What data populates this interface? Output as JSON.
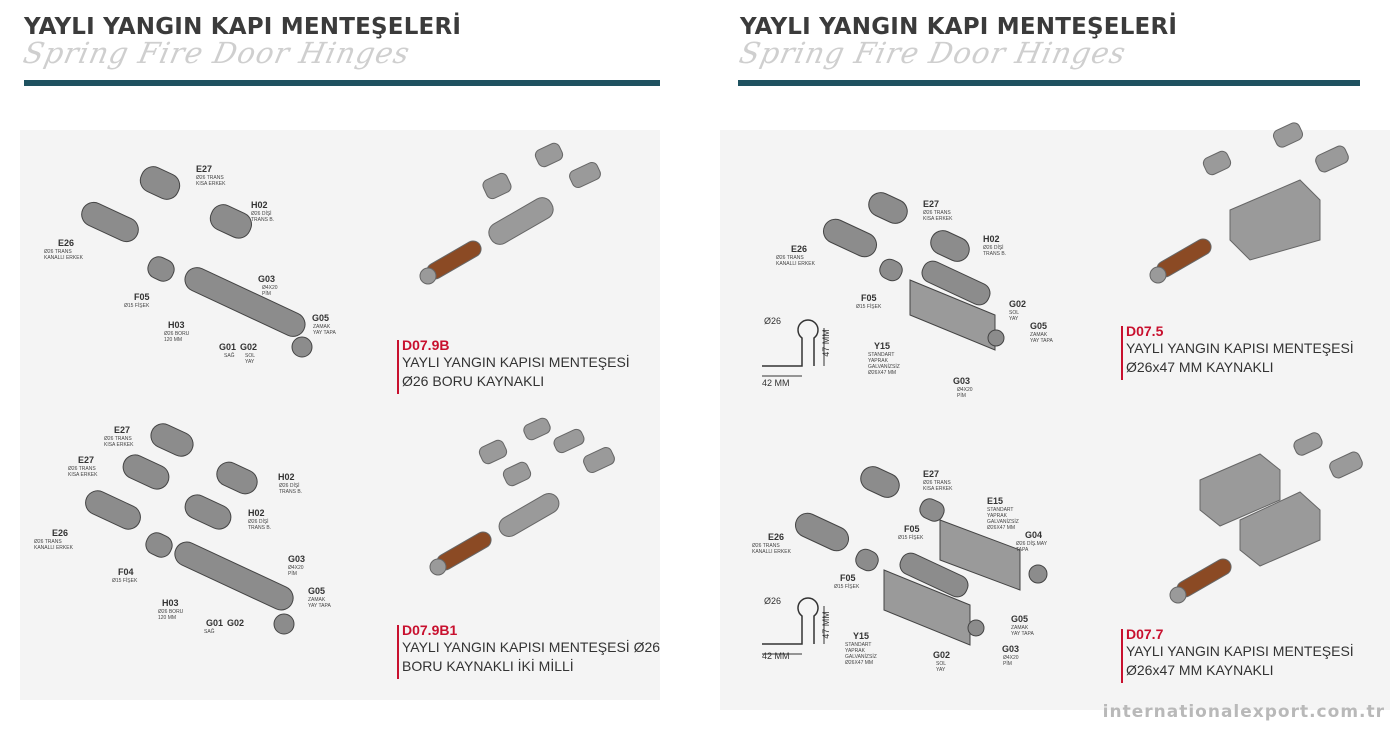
{
  "header": {
    "title": "YAYLI YANGIN KAPI MENTEŞELERİ",
    "subtitle": "Spring Fire Door Hinges"
  },
  "products": [
    {
      "code": "D07.9B",
      "desc": "YAYLI YANGIN KAPISI MENTEŞESİ\nØ26 BORU KAYNAKLI"
    },
    {
      "code": "D07.9B1",
      "desc": "YAYLI YANGIN KAPISI MENTEŞESİ Ø26\nBORU KAYNAKLI İKİ MİLLİ"
    },
    {
      "code": "D07.5",
      "desc": "YAYLI YANGIN KAPISI MENTEŞESİ\nØ26x47 MM KAYNAKLI"
    },
    {
      "code": "D07.7",
      "desc": "YAYLI YANGIN KAPISI MENTEŞESİ\nØ26x47 MM KAYNAKLI"
    }
  ],
  "parts": {
    "E27": {
      "code": "E27",
      "sub": "Ø26 TRANS\nKISA ERKEK"
    },
    "H02": {
      "code": "H02",
      "sub": "Ø26 DİŞİ\nTRANS B."
    },
    "E26": {
      "code": "E26",
      "sub": "Ø26 TRANS\nKANALLI ERKEK"
    },
    "F05": {
      "code": "F05",
      "sub": "Ø15 FİŞEK"
    },
    "F04": {
      "code": "F04",
      "sub": "Ø15 FİŞEK"
    },
    "H03": {
      "code": "H03",
      "sub": "Ø26 BORU\n120 MM"
    },
    "G01": {
      "code": "G01",
      "sub": "SAĞ"
    },
    "G02": {
      "code": "G02",
      "sub": "SOL\nYAY"
    },
    "G03": {
      "code": "G03",
      "sub": "Ø4X20\nPİM"
    },
    "G05": {
      "code": "G05",
      "sub": "ZAMAK\nYAY TAPA"
    },
    "Y15": {
      "code": "Y15",
      "sub": "STANDART\nYAPRAK\nGALVANİZSİZ\nØ26X47 MM"
    },
    "E15": {
      "code": "E15",
      "sub": "STANDART\nYAPRAK\nGALVANİZSİZ\nØ26X47 MM"
    },
    "G04": {
      "code": "G04",
      "sub": "Ø26 DİŞ.MAY\nTAPA"
    }
  },
  "dims": {
    "dia": "Ø26",
    "height": "47 MM",
    "width": "42 MM"
  },
  "footer": {
    "watermark": "internationalexport.com.tr"
  }
}
